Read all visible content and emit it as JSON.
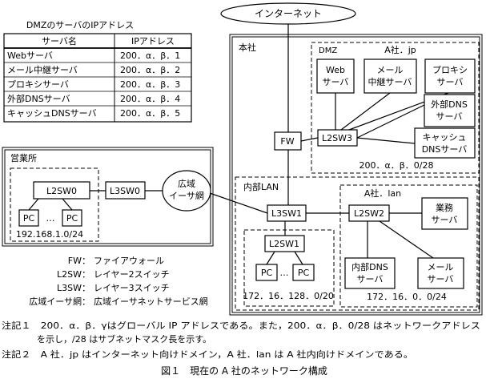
{
  "table": {
    "title": "DMZのサーバのIPアドレス",
    "headers": [
      "サーバ名",
      "IPアドレス"
    ],
    "rows": [
      [
        "Webサーバ",
        "200．α．β．1"
      ],
      [
        "メール中継サーバ",
        "200．α．β．2"
      ],
      [
        "プロキシサーバ",
        "200．α．β．3"
      ],
      [
        "外部DNSサーバ",
        "200．α．β．4"
      ],
      [
        "キャッシュDNSサーバ",
        "200．α．β．5"
      ]
    ]
  },
  "internet": "インターネット",
  "honsha": "本社",
  "dmz": {
    "label": "DMZ",
    "domain": "A社．jp",
    "web": [
      "Web",
      "サーバ"
    ],
    "mail_relay": [
      "メール",
      "中継サーバ"
    ],
    "proxy": [
      "プロキシ",
      "サーバ"
    ],
    "ext_dns": [
      "外部DNS",
      "サーバ"
    ],
    "cache_dns": [
      "キャッシュ",
      "DNSサーバ"
    ],
    "l2sw3": "L2SW3",
    "subnet": "200．α．β．0/28"
  },
  "fw": "FW",
  "eigyosho": {
    "label": "営業所",
    "l2sw0": "L2SW0",
    "pc1": "PC",
    "dots": "…",
    "pc2": "PC",
    "subnet": "192.168.1.0/24"
  },
  "l3sw0": "L3SW0",
  "wan": [
    "広域",
    "イーサ網"
  ],
  "lan": {
    "label": "内部LAN",
    "l3sw1": "L3SW1",
    "domain": "A社．lan",
    "l2sw2": "L2SW2",
    "gyomu": [
      "業務",
      "サーバ"
    ],
    "int_dns": [
      "内部DNS",
      "サーバ"
    ],
    "mail": [
      "メール",
      "サーバ"
    ],
    "subnet_b": "172．16．0．0/24",
    "l2sw1": "L2SW1",
    "pc1": "PC",
    "dots": "…",
    "pc2": "PC",
    "subnet_a": "172．16．128．0/20"
  },
  "legend": [
    {
      "abbr": "FW：",
      "desc": "ファイアウォール"
    },
    {
      "abbr": "L2SW：",
      "desc": "レイヤー2スイッチ"
    },
    {
      "abbr": "L3SW：",
      "desc": "レイヤー3スイッチ"
    },
    {
      "abbr": "広域イーサ網：",
      "desc": "広域イーサネットサービス網"
    }
  ],
  "notes": {
    "note1_a": "注記１　200．α．β．γはグローバル IP アドレスである。また，200．α．β．0/28 はネットワークアドレス",
    "note1_b": "を示し，/28 はサブネットマスク長を示す。",
    "note2": "注記２　A 社．jp はインターネット向けドメイン，A 社．lan は A 社内向けドメインである。"
  },
  "caption": "図１　現在の A 社のネットワーク構成"
}
